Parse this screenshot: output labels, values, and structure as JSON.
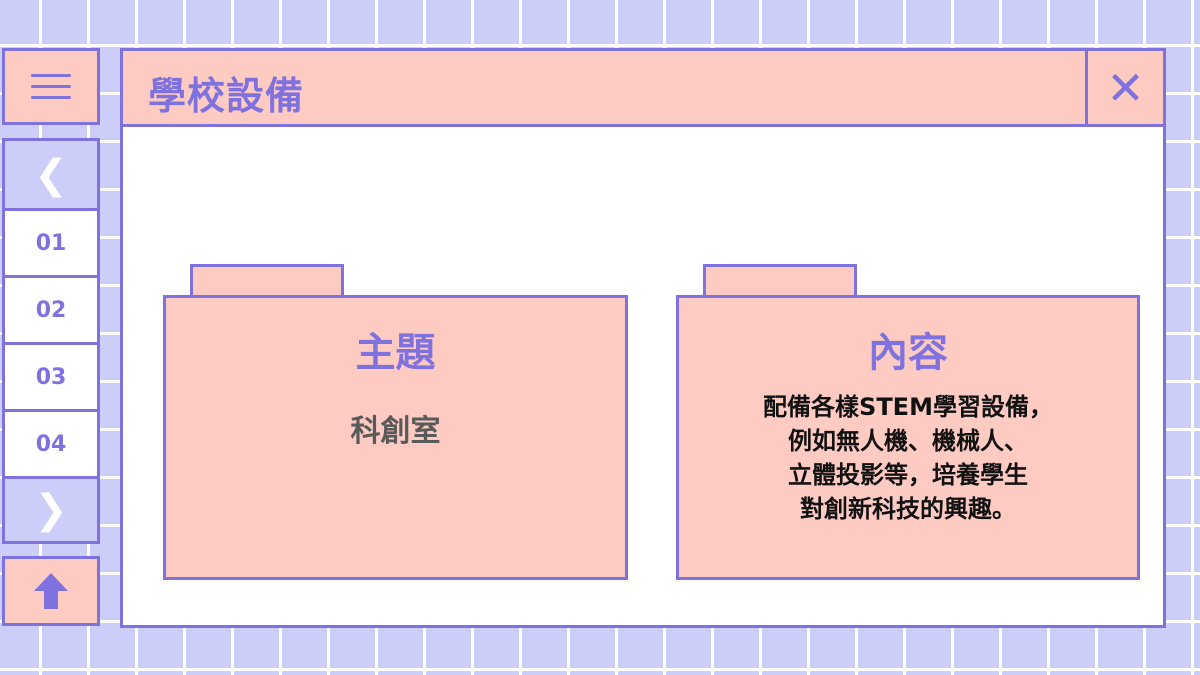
{
  "sidebar": {
    "menu_icon": "hamburger-icon",
    "prev_label": "❮",
    "next_label": "❯",
    "pages": [
      "01",
      "02",
      "03",
      "04"
    ],
    "up_icon": "arrow-up-icon"
  },
  "window": {
    "title": "學校設備",
    "close_label": "✕"
  },
  "folders": [
    {
      "heading": "主題",
      "body": "科創室"
    },
    {
      "heading": "內容",
      "body": "配備各樣STEM學習設備，\n例如無人機、機械人、\n立體投影等，培養學生\n對創新科技的興趣。"
    }
  ],
  "colors": {
    "accent": "#7f72df",
    "pink": "#fecbc3",
    "lavender": "#cccdf8",
    "white": "#ffffff"
  }
}
